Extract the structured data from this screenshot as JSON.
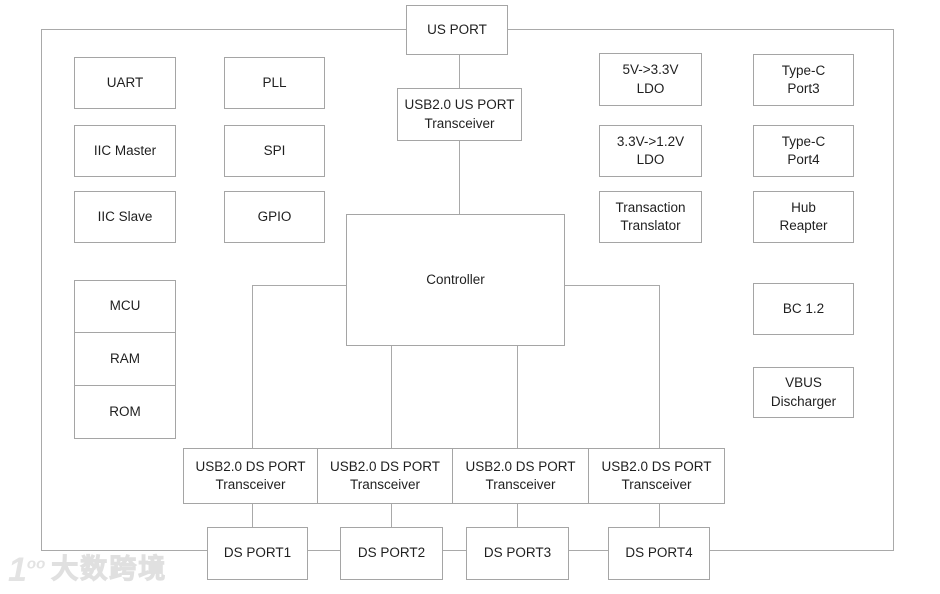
{
  "diagram": {
    "blocks": {
      "us_port": "US PORT",
      "usb20_us_port_transceiver": "USB2.0 US PORT\nTransceiver",
      "controller": "Controller",
      "uart": "UART",
      "iic_master": "IIC Master",
      "iic_slave": "IIC Slave",
      "pll": "PLL",
      "spi": "SPI",
      "gpio": "GPIO",
      "mcu": "MCU",
      "ram": "RAM",
      "rom": "ROM",
      "ldo_5v_to_3v3": "5V->3.3V\nLDO",
      "ldo_3v3_to_1v2": "3.3V->1.2V\nLDO",
      "transaction_translator": "Transaction\nTranslator",
      "type_c_port3": "Type-C\nPort3",
      "type_c_port4": "Type-C\nPort4",
      "hub_reapter": "Hub\nReapter",
      "bc_12": "BC 1.2",
      "vbus_discharger": "VBUS\nDischarger",
      "ds_transceivers": [
        {
          "label": "USB2.0 DS PORT\nTransceiver"
        },
        {
          "label": "USB2.0 DS PORT\nTransceiver"
        },
        {
          "label": "USB2.0 DS PORT\nTransceiver"
        },
        {
          "label": "USB2.0 DS PORT\nTransceiver"
        }
      ],
      "ds_port1": "DS PORT1",
      "ds_port2": "DS PORT2",
      "ds_port3": "DS PORT3",
      "ds_port4": "DS PORT4"
    },
    "watermark": {
      "logo_digit": "1",
      "logo_circles": "oo",
      "text": "大数跨境"
    },
    "colors": {
      "background": "#ffffff",
      "box_border": "#a5a5a5",
      "connector_line": "#a9a9a9",
      "text": "#1f1f1f",
      "watermark": "#e3e3e3"
    }
  }
}
